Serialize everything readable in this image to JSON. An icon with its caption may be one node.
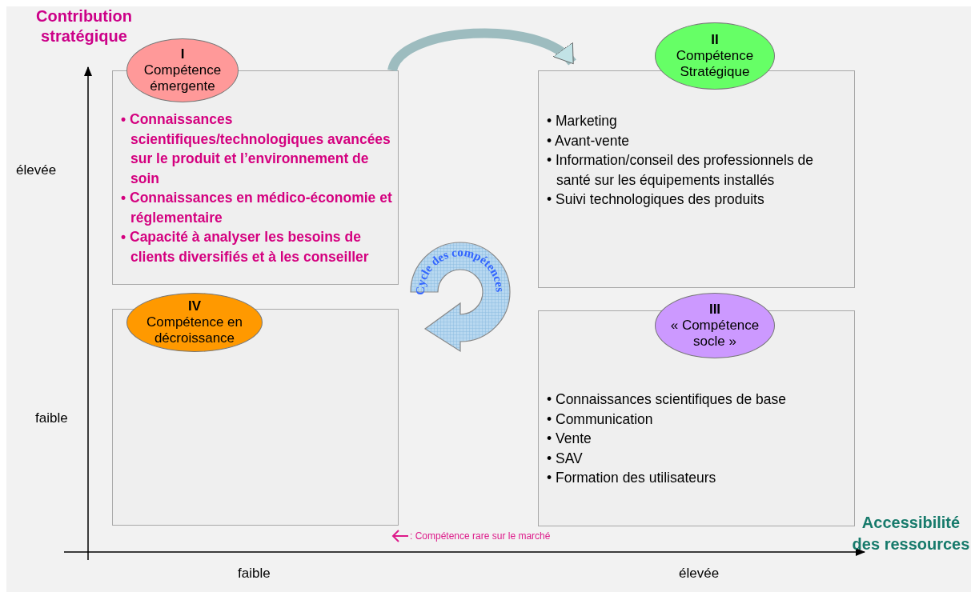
{
  "diagram": {
    "nodes": [
      {
        "text": [
          "I",
          "Compétence émergente",
          "• Connaissances scientifiques/technologiques avancées sur le produit et l’environnement de soin",
          "• Connaissances en médico-économie et réglementaire",
          "• Capacité à analyser les besoins de clients diversifiés et à les conseiller"
        ]
      },
      {
        "text": [
          "II",
          "Compétence Stratégique",
          "• Marketing",
          "• Avant-vente",
          "• Information/conseil des professionnels de santé sur les équipements installés",
          "• Suivi technologiques des produits"
        ]
      },
      {
        "text": [
          "Cycle des compétences"
        ]
      },
      {
        "text": [
          "IV",
          "Compétence en décroissance"
        ]
      },
      {
        "text": [
          "III",
          "« Compétence socle »",
          "• Connaissances scientifiques de base",
          "• Communication",
          "• Vente",
          "• SAV",
          "• Formation des utilisateurs"
        ]
      }
    ],
    "edges": [
      {
        "from": 0,
        "to": 1,
        "arrow": "to"
      }
    ],
    "labels": [
      "Contribution stratégique",
      "élevée",
      "faible",
      "faible",
      "élevée",
      "Accessibilité des ressources"
    ],
    "legend": [
      {
        "text": ": Compétence rare sur le marché"
      }
    ]
  }
}
